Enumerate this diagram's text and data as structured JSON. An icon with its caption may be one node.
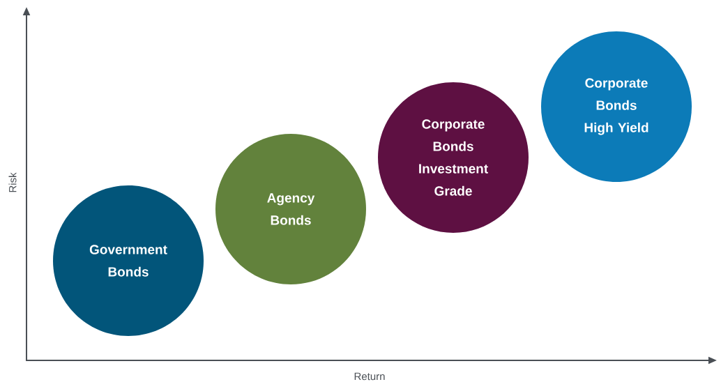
{
  "diagram": {
    "nodes": [
      {
        "text": [
          "Government Bonds"
        ]
      },
      {
        "text": [
          "Agency Bonds"
        ]
      },
      {
        "text": [
          "Corporate Bonds Investment Grade"
        ]
      },
      {
        "text": [
          "Corporate Bonds High Yield"
        ]
      }
    ],
    "labels": [
      "Risk",
      "Return"
    ]
  }
}
